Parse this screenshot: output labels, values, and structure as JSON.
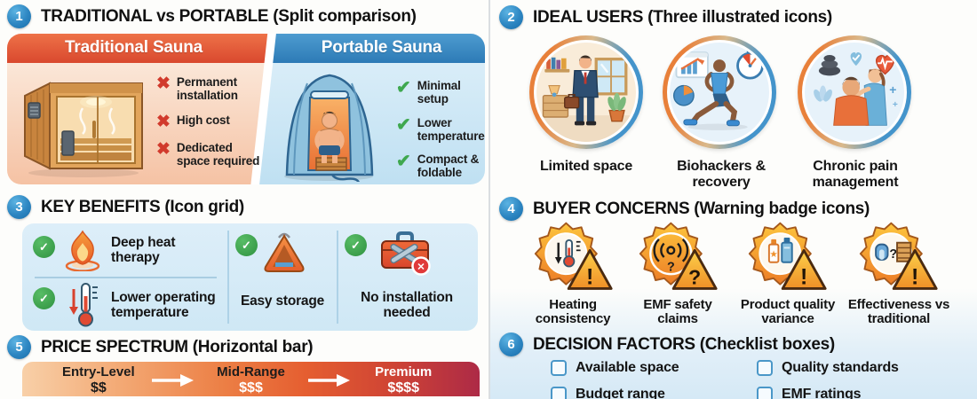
{
  "palette": {
    "section_badge_blue": "#2d86c2",
    "traditional_header": "#d9482e",
    "portable_header": "#2d7ab6",
    "cross_red": "#d13a2c",
    "check_green": "#3fa84f",
    "benefits_panel_blue": "#d6eaf6",
    "warning_badge_gold": "#f5a623",
    "price_gradient": [
      "#f8d0a8",
      "#ec7f45",
      "#ad2a46"
    ],
    "checkbox_blue": "#4a97c8"
  },
  "glyphs": {
    "check": "✔",
    "cross": "✖",
    "circle_check": "✓",
    "circle_x": "✕",
    "question": "?",
    "exclamation": "!",
    "star": "★",
    "plus": "+"
  },
  "sections": {
    "s1": {
      "number": "1",
      "title": "TRADITIONAL vs PORTABLE (Split comparison)",
      "traditional": {
        "header": "Traditional Sauna",
        "illustration": "traditional-sauna-cabin",
        "cons": [
          "Permanent installation",
          "High cost",
          "Dedicated space required"
        ]
      },
      "portable": {
        "header": "Portable Sauna",
        "illustration": "portable-sauna-tent",
        "pros": [
          "Minimal setup",
          "Lower temperature",
          "Compact & foldable"
        ]
      }
    },
    "s2": {
      "number": "2",
      "title": "IDEAL USERS (Three illustrated icons)",
      "users": [
        {
          "icon": "business-person-small-room-illustration",
          "label": "Limited space"
        },
        {
          "icon": "athlete-stopwatch-chart-illustration",
          "label": "Biohackers & recovery"
        },
        {
          "icon": "massage-therapy-heart-illustration",
          "label": "Chronic pain management"
        }
      ]
    },
    "s3": {
      "number": "3",
      "title": "KEY BENEFITS (Icon grid)",
      "benefits": [
        {
          "icon": "flame-icon",
          "label": "Deep heat therapy"
        },
        {
          "icon": "thermometer-down-icon",
          "label": "Lower operating temperature"
        },
        {
          "icon": "tent-carry-bag-icon",
          "label": "Easy storage"
        },
        {
          "icon": "toolbox-crossed-out-icon",
          "label": "No installation needed"
        }
      ]
    },
    "s4": {
      "number": "4",
      "title": "BUYER CONCERNS (Warning badge icons)",
      "concerns": [
        {
          "icon": "thermometer-warning-badge",
          "triangle_glyph": "!",
          "label": "Heating consistency"
        },
        {
          "icon": "emf-signal-warning-badge",
          "inner_glyph": "?",
          "triangle_glyph": "?",
          "label": "EMF safety claims"
        },
        {
          "icon": "product-bottles-warning-badge",
          "triangle_glyph": "!",
          "label": "Product quality variance"
        },
        {
          "icon": "sauna-comparison-warning-badge",
          "inner_glyph": "?",
          "triangle_glyph": "!",
          "label": "Effectiveness vs traditional"
        }
      ]
    },
    "s5": {
      "number": "5",
      "title": "PRICE SPECTRUM (Horizontal bar)",
      "tiers": [
        {
          "label": "Entry-Level",
          "price": "$$"
        },
        {
          "label": "Mid-Range",
          "price": "$$$"
        },
        {
          "label": "Premium",
          "price": "$$$$"
        }
      ]
    },
    "s6": {
      "number": "6",
      "title": "DECISION FACTORS (Checklist boxes)",
      "items": [
        {
          "label": "Available space",
          "checked": false
        },
        {
          "label": "Quality standards",
          "checked": false
        },
        {
          "label": "Budget range",
          "checked": false
        },
        {
          "label": "EMF ratings",
          "checked": false
        }
      ]
    }
  }
}
